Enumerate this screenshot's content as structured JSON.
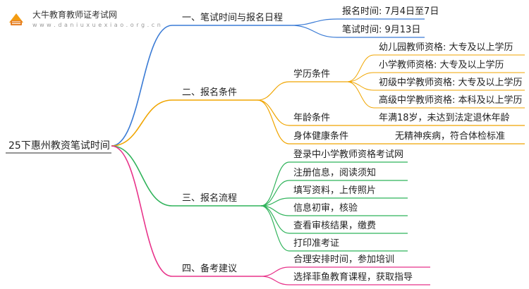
{
  "logo": {
    "title": "大牛教育教师证考试网",
    "url": "w w w . d a n i u x u e x i a o . o r g . c n"
  },
  "root": "25下惠州教资笔试时间",
  "branches": [
    {
      "id": "b1",
      "label": "一、笔试时间与报名日程",
      "color": "#3a7bd5",
      "children": [
        {
          "label": "报名时间: 7月4日至7日"
        },
        {
          "label": "笔试时间: 9月13日"
        }
      ]
    },
    {
      "id": "b2",
      "label": "二、报名条件",
      "color": "#f0a500",
      "children": [
        {
          "label": "学历条件",
          "children": [
            {
              "label": "幼儿园教师资格: 大专及以上学历"
            },
            {
              "label": "小学教师资格: 大专及以上学历"
            },
            {
              "label": "初级中学教师资格: 大专及以上学历"
            },
            {
              "label": "高级中学教师资格: 本科及以上学历"
            }
          ]
        },
        {
          "label": "年龄条件",
          "children": [
            {
              "label": "年满18岁，未达到法定退休年龄"
            }
          ]
        },
        {
          "label": "身体健康条件",
          "children": [
            {
              "label": "无精神疾病，符合体检标准"
            }
          ]
        }
      ]
    },
    {
      "id": "b3",
      "label": "三、报名流程",
      "color": "#2fb35a",
      "children": [
        {
          "label": "登录中小学教师资格考试网"
        },
        {
          "label": "注册信息，阅读须知"
        },
        {
          "label": "填写资料，上传照片"
        },
        {
          "label": "信息初审，核验"
        },
        {
          "label": "查看审核结果，缴费"
        },
        {
          "label": "打印准考证"
        }
      ]
    },
    {
      "id": "b4",
      "label": "四、备考建议",
      "color": "#e8338a",
      "children": [
        {
          "label": "合理安排时间，参加培训"
        },
        {
          "label": "选择菲鱼教育课程，获取指导"
        }
      ]
    }
  ]
}
